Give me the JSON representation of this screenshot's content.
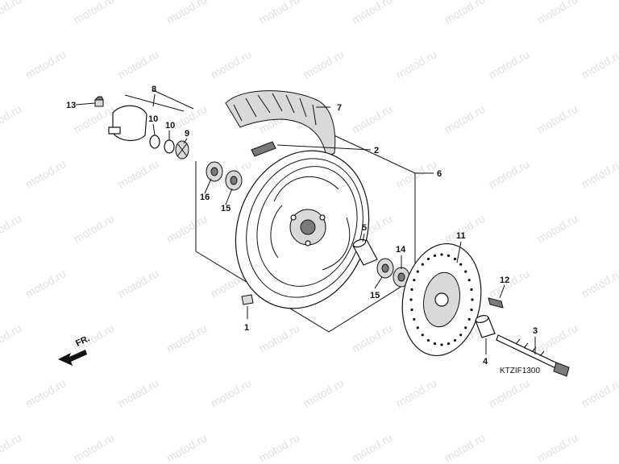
{
  "diagram": {
    "code": "KTZIF1300",
    "direction_label": "FR.",
    "watermark": "motod.ru",
    "callouts": {
      "c1": "1",
      "c2": "2",
      "c3": "3",
      "c4": "4",
      "c5": "5",
      "c6": "6",
      "c7": "7",
      "c8": "8",
      "c9": "9",
      "c10a": "10",
      "c10b": "10",
      "c11": "11",
      "c12": "12",
      "c13": "13",
      "c14": "14",
      "c15a": "15",
      "c15b": "15",
      "c16": "16"
    }
  }
}
